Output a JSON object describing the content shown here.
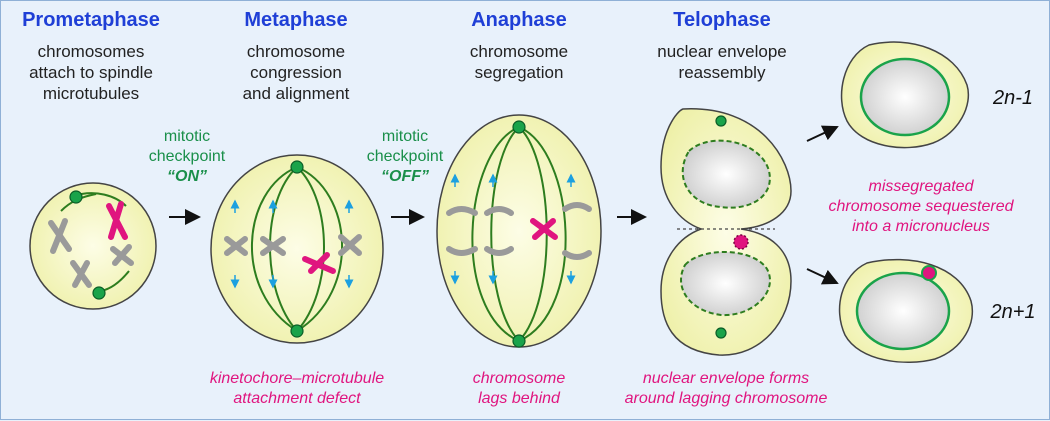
{
  "phases": [
    {
      "title": "Prometaphase",
      "desc": [
        "chromosomes",
        "attach to spindle",
        "microtubules"
      ]
    },
    {
      "title": "Metaphase",
      "desc": [
        "chromosome",
        "congression",
        "and alignment"
      ]
    },
    {
      "title": "Anaphase",
      "desc": [
        "chromosome",
        "segregation"
      ]
    },
    {
      "title": "Telophase",
      "desc": [
        "nuclear envelope",
        "reassembly"
      ]
    }
  ],
  "checkpoints": [
    {
      "line1": "mitotic",
      "line2": "checkpoint",
      "state": "“ON”"
    },
    {
      "line1": "mitotic",
      "line2": "checkpoint",
      "state": "“OFF”"
    }
  ],
  "defects": {
    "metaphase": [
      "kinetochore–microtubule",
      "attachment defect"
    ],
    "anaphase": [
      "chromosome",
      "lags behind"
    ],
    "telophase": [
      "nuclear envelope forms",
      "around lagging chromosome"
    ],
    "micronucleus": [
      "missegregated",
      "chromosome sequestered",
      "into a micronucleus"
    ]
  },
  "outcomes": {
    "top": "2n-1",
    "bottom": "2n+1"
  },
  "colors": {
    "title_blue": "#1f3fd6",
    "checkpoint_green": "#1a8f4a",
    "defect_magenta": "#e0157f",
    "cell_fill": "#f7f7c4",
    "spindle_green": "#2e7d1f",
    "chromosome_gray": "#9a9a9a"
  }
}
